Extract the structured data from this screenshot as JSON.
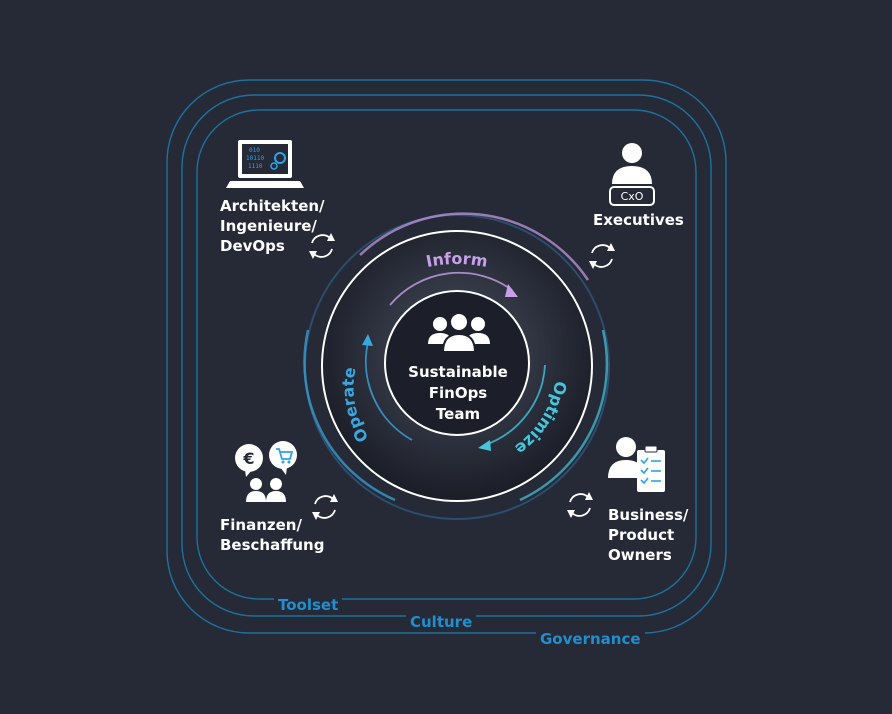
{
  "center": {
    "line1": "Sustainable",
    "line2": "FinOps",
    "line3": "Team"
  },
  "phases": {
    "inform": "Inform",
    "optimize": "Optimize",
    "operate": "Operate"
  },
  "roles": {
    "engineers": {
      "line1": "Architekten/",
      "line2": "Ingenieure/",
      "line3": "DevOps",
      "screen_code": [
        "010",
        "10110",
        "1110"
      ]
    },
    "executives": {
      "line1": "Executives",
      "badge": "CxO"
    },
    "finance": {
      "line1": "Finanzen/",
      "line2": "Beschaffung",
      "currency": "€"
    },
    "business": {
      "line1": "Business/",
      "line2": "Product",
      "line3": "Owners"
    }
  },
  "layers": {
    "toolset": "Toolset",
    "culture": "Culture",
    "governance": "Governance"
  },
  "colors": {
    "background": "#262a37",
    "frame": "#1b7fb0",
    "layer_text": "#1f8fd0",
    "inform": "#c7a0e8",
    "optimize": "#45c6dc",
    "operate": "#3aa8e0",
    "white": "#ffffff"
  },
  "icons": [
    "laptop-icon",
    "person-icon",
    "currency-bubbles-icon",
    "person-clipboard-icon",
    "team-icon",
    "cycle-arrows-icon"
  ]
}
